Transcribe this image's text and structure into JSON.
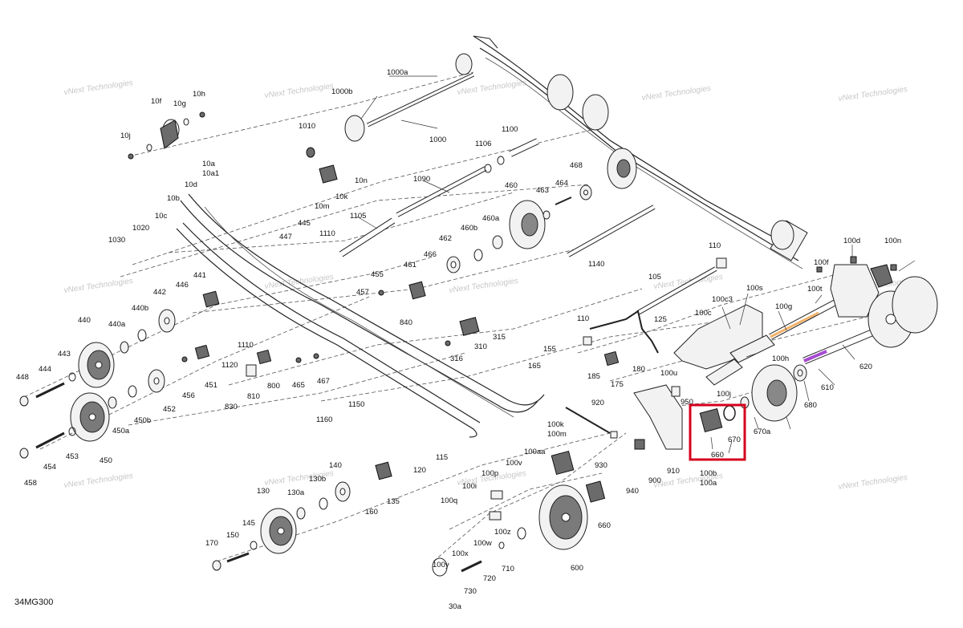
{
  "diagram": {
    "reference_code": "34MG300",
    "watermark_text": "vNext Technologies",
    "highlight_color": "#d6001c",
    "highlighted_parts": [
      "670",
      "660"
    ],
    "part_labels": [
      "1000a",
      "1000b",
      "1000",
      "1010",
      "1100",
      "1106",
      "1090",
      "10n",
      "10k",
      "10m",
      "10f",
      "10g",
      "10h",
      "10j",
      "10a",
      "10a1",
      "10b",
      "10d",
      "10c",
      "1020",
      "1030",
      "445",
      "447",
      "1110",
      "1105",
      "455",
      "457",
      "461",
      "466",
      "462",
      "460b",
      "460",
      "460a",
      "463",
      "464",
      "468",
      "441",
      "442",
      "440b",
      "440a",
      "440",
      "443",
      "444",
      "448",
      "446",
      "1120",
      "1110",
      "451",
      "456",
      "830",
      "810",
      "800",
      "840",
      "465",
      "467",
      "1150",
      "1160",
      "310",
      "315",
      "316",
      "110",
      "125",
      "155",
      "165",
      "185",
      "175",
      "180",
      "950",
      "920",
      "930",
      "940",
      "910",
      "900",
      "100b",
      "100a",
      "660",
      "670",
      "670a",
      "680",
      "610",
      "620",
      "100h",
      "100j",
      "100u",
      "100c",
      "100c3",
      "100s",
      "100g",
      "100t",
      "100f",
      "100d",
      "100n",
      "1140",
      "105",
      "110",
      "130a",
      "130",
      "140",
      "130b",
      "160",
      "135",
      "120",
      "115",
      "145",
      "150",
      "170",
      "100q",
      "100i",
      "100p",
      "100v",
      "100aa",
      "100k",
      "100m",
      "100z",
      "100w",
      "100x",
      "100y",
      "730",
      "720",
      "710",
      "600",
      "660",
      "30a",
      "454",
      "453",
      "450",
      "450a",
      "450b",
      "452",
      "458"
    ]
  }
}
